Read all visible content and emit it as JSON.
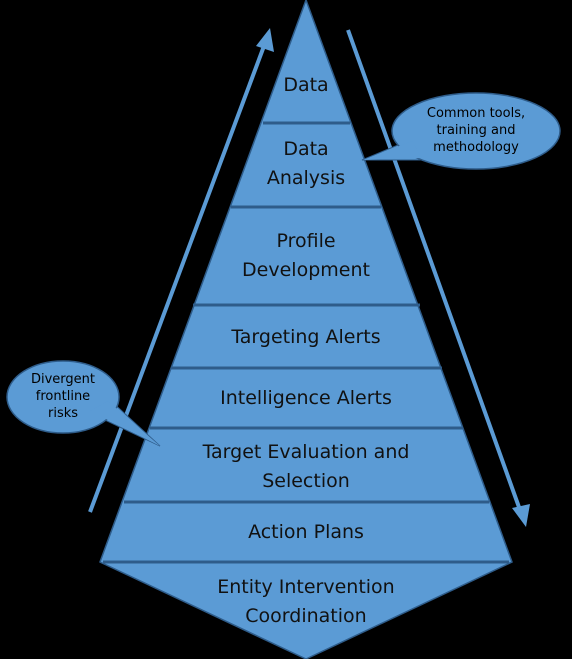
{
  "pyramid": {
    "fill": "#5b9bd5",
    "stroke": "#2f5f8f",
    "levels": [
      "Data",
      "Data Analysis",
      "Profile Development",
      "Targeting Alerts",
      "Intelligence Alerts",
      "Target Evaluation and Selection",
      "Action Plans",
      "Entity Intervention Coordination"
    ],
    "level_lines": [
      [
        "Data"
      ],
      [
        "Data",
        "Analysis"
      ],
      [
        "Profile",
        "Development"
      ],
      [
        "Targeting Alerts"
      ],
      [
        "Intelligence Alerts"
      ],
      [
        "Target Evaluation and",
        "Selection"
      ],
      [
        "Action Plans"
      ],
      [
        "Entity Intervention",
        "Coordination"
      ]
    ]
  },
  "callouts": {
    "top_right": "Common tools, training and methodology",
    "top_right_lines": [
      "Common tools,",
      "training and",
      "methodology"
    ],
    "left": "Divergent frontline risks",
    "left_lines": [
      "Divergent",
      "frontline",
      "risks"
    ]
  },
  "colors": {
    "background": "#000000",
    "shape": "#5b9bd5",
    "outline": "#2e5c8a"
  }
}
